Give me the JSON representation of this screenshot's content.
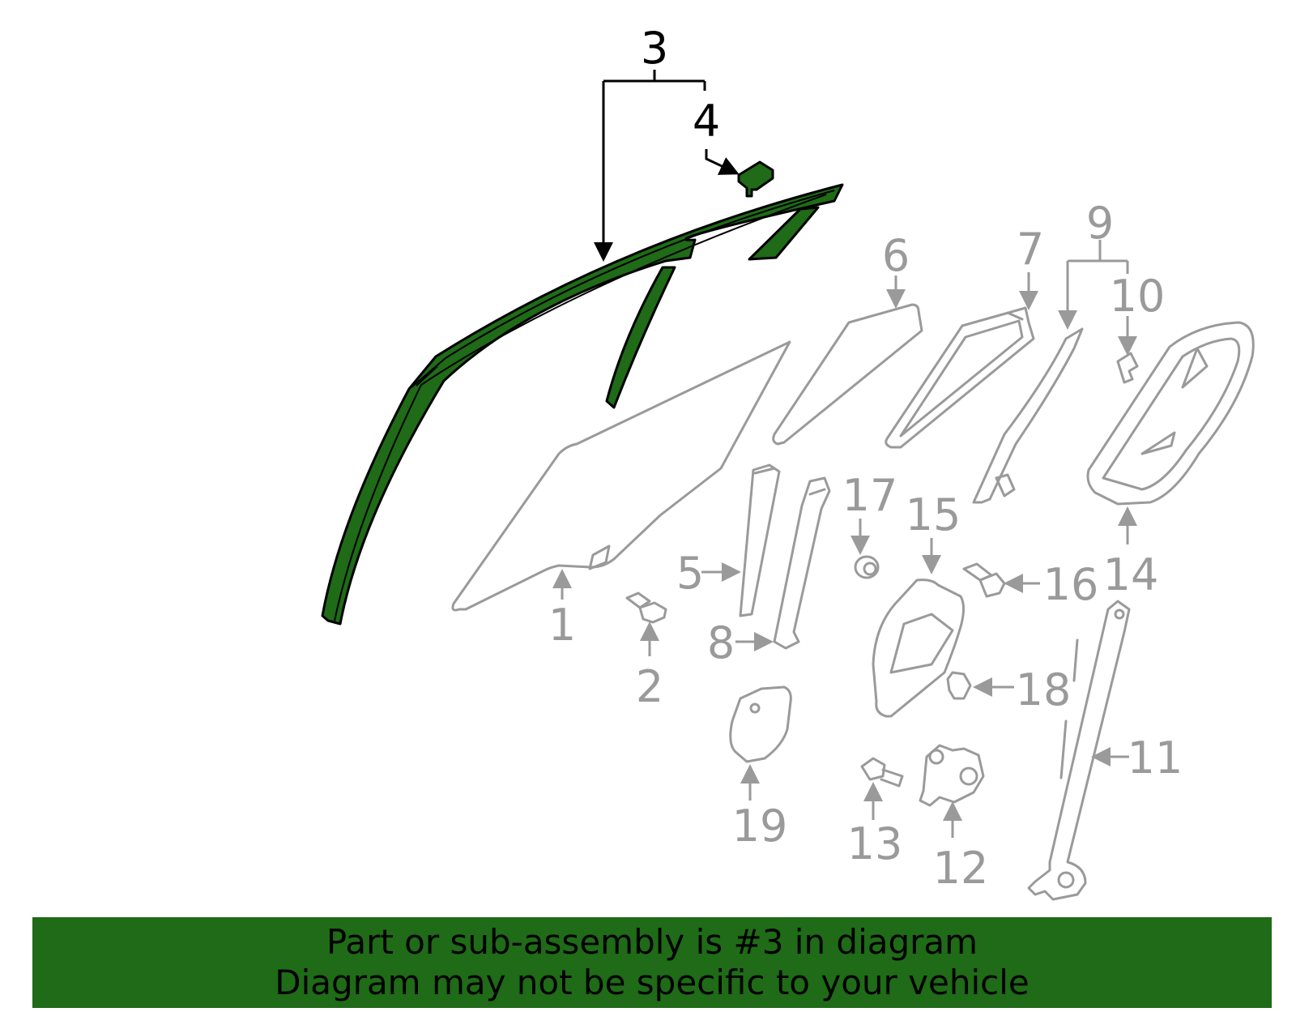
{
  "callouts": {
    "c1": "1",
    "c2": "2",
    "c3": "3",
    "c4": "4",
    "c5": "5",
    "c6": "6",
    "c7": "7",
    "c8": "8",
    "c9": "9",
    "c10": "10",
    "c11": "11",
    "c12": "12",
    "c13": "13",
    "c14": "14",
    "c15": "15",
    "c16": "16",
    "c17": "17",
    "c18": "18",
    "c19": "19"
  },
  "highlight": {
    "part_number": "3",
    "color": "#1f6b17"
  },
  "banner": {
    "line1": "Part or sub-assembly is #3 in diagram",
    "line2": "Diagram may not be specific to your vehicle",
    "color": "#1f6b17"
  }
}
